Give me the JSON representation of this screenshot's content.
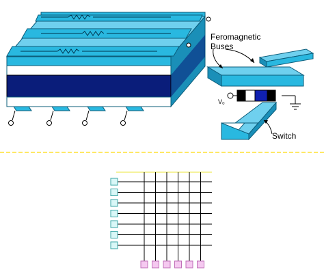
{
  "labels": {
    "feromagnetic_line1": "Feromagnetic",
    "feromagnetic_line2": "Buses",
    "switch": "Switch",
    "v0": "V₀"
  },
  "colors": {
    "cyan": "#29b8e0",
    "cyan_dark": "#1a8fb8",
    "light_blue": "#6fd0ee",
    "navy": "#0a1d7a",
    "white": "#ffffff",
    "divider": "#ffe866",
    "top_line": "#f2ee7a",
    "row_pad": "#d9f7f7",
    "col_pad": "#f5c9f0"
  },
  "grid": {
    "rows": 7,
    "cols": 6
  }
}
